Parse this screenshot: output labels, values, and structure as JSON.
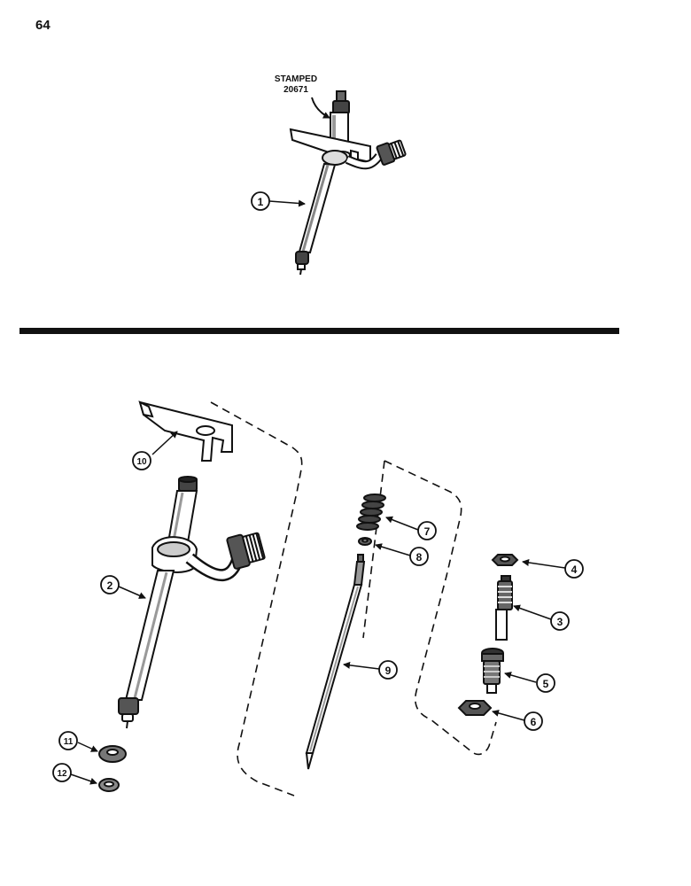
{
  "page_number": "64",
  "stamp": {
    "line1": "STAMPED",
    "line2": "20671"
  },
  "callouts": [
    "1",
    "2",
    "3",
    "4",
    "5",
    "6",
    "7",
    "8",
    "9",
    "10",
    "11",
    "12"
  ]
}
